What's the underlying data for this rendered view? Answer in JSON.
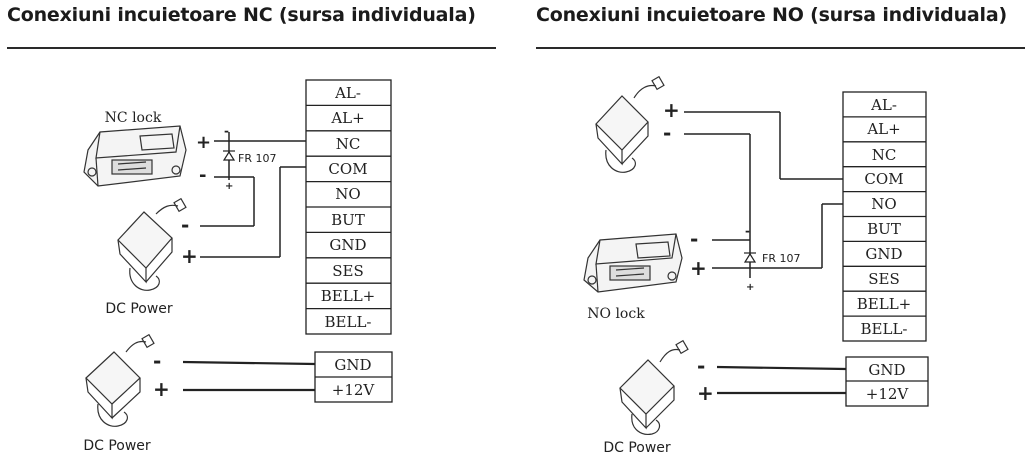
{
  "left": {
    "title": "Conexiuni incuietoare NC (sursa individuala)",
    "lock_label": "NC lock",
    "diode_label": "FR 107",
    "power_label": "DC Power",
    "power2_label": "DC Power",
    "terminals": [
      "AL-",
      "AL+",
      "NC",
      "COM",
      "NO",
      "BUT",
      "GND",
      "SES",
      "BELL+",
      "BELL-"
    ],
    "power_terminals": [
      "GND",
      "+12V"
    ],
    "signs": {
      "lock_plus": "+",
      "lock_minus": "-",
      "psu_minus": "-",
      "psu_plus": "+",
      "psu2_minus": "-",
      "psu2_plus": "+",
      "diode_top": "-",
      "diode_bottom": "+"
    }
  },
  "right": {
    "title": "Conexiuni incuietoare NO (sursa individuala)",
    "lock_label": "NO lock",
    "diode_label": "FR 107",
    "power_label": "DC Power",
    "terminals": [
      "AL-",
      "AL+",
      "NC",
      "COM",
      "NO",
      "BUT",
      "GND",
      "SES",
      "BELL+",
      "BELL-"
    ],
    "power_terminals": [
      "GND",
      "+12V"
    ],
    "signs": {
      "psu_plus": "+",
      "psu_minus": "-",
      "lock_minus": "-",
      "lock_plus": "+",
      "psu2_minus": "-",
      "psu2_plus": "+",
      "diode_top": "-",
      "diode_bottom": "+"
    }
  }
}
